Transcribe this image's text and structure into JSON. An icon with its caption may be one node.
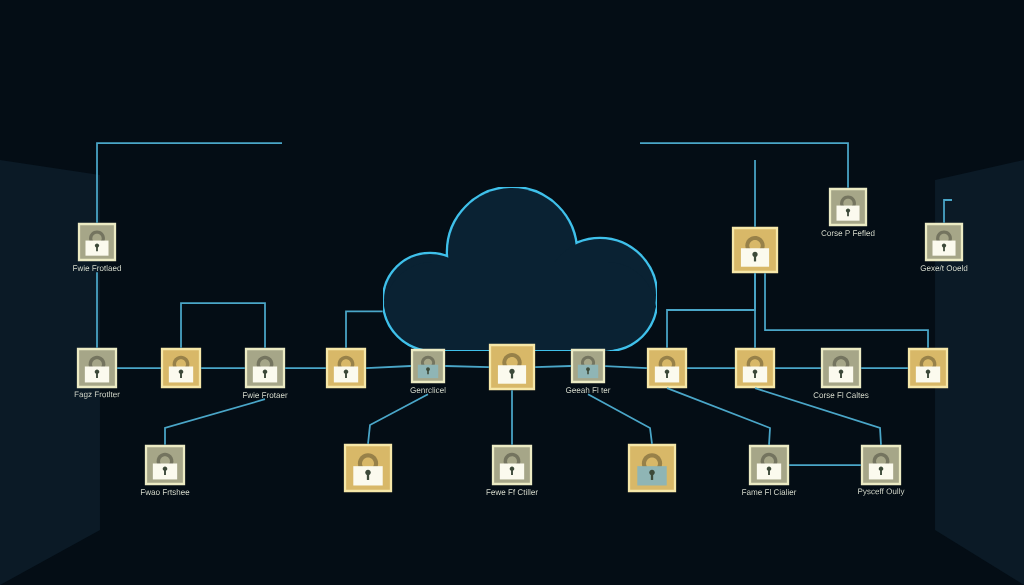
{
  "diagram": {
    "nodes": [
      {
        "text": [],
        "shape": "cloud"
      },
      {
        "text": [
          "Fwie Frotlaed"
        ]
      },
      {
        "text": [
          "Corse P Fefled"
        ]
      },
      {
        "text": [],
        "shape": "box"
      },
      {
        "text": [
          "Gexe/t Ooeld"
        ]
      },
      {
        "text": [
          "Fagz Frotlter"
        ]
      },
      {
        "text": [],
        "shape": "box"
      },
      {
        "text": [
          "Fwie Frotaer"
        ]
      },
      {
        "text": [],
        "shape": "box"
      },
      {
        "text": [
          "Genrclicel"
        ]
      },
      {
        "text": [],
        "shape": "box"
      },
      {
        "text": [
          "Geeah Fl ter"
        ]
      },
      {
        "text": [],
        "shape": "box"
      },
      {
        "text": [],
        "shape": "box"
      },
      {
        "text": [
          "Corse Fl Caltes"
        ]
      },
      {
        "text": [],
        "shape": "box"
      },
      {
        "text": [
          "Fwao Frtshee"
        ]
      },
      {
        "text": [],
        "shape": "box"
      },
      {
        "text": [
          "Fewe Ff Ctiller"
        ]
      },
      {
        "text": [],
        "shape": "box"
      },
      {
        "text": [
          "Fame Fl Cialier"
        ]
      },
      {
        "text": [
          "Pysceff Oully"
        ]
      }
    ],
    "edges": [
      {
        "from": 1,
        "to": null,
        "arrow": "none"
      },
      {
        "from": null,
        "to": 2,
        "arrow": "none"
      },
      {
        "from": 1,
        "to": 5,
        "arrow": "none"
      },
      {
        "from": 3,
        "to": null,
        "arrow": "none"
      },
      {
        "from": 4,
        "to": null,
        "arrow": "none"
      },
      {
        "from": 5,
        "to": 6,
        "arrow": "none"
      },
      {
        "from": 6,
        "to": 7,
        "arrow": "none"
      },
      {
        "from": 6,
        "to": 7,
        "arrow": "none"
      },
      {
        "from": 7,
        "to": 8,
        "arrow": "none"
      },
      {
        "from": 8,
        "to": 9,
        "arrow": "none"
      },
      {
        "from": 9,
        "to": 10,
        "arrow": "none"
      },
      {
        "from": 10,
        "to": 11,
        "arrow": "none"
      },
      {
        "from": 11,
        "to": 12,
        "arrow": "none"
      },
      {
        "from": 12,
        "to": 13,
        "arrow": "none"
      },
      {
        "from": 13,
        "to": 14,
        "arrow": "none"
      },
      {
        "from": 14,
        "to": 15,
        "arrow": "none"
      },
      {
        "from": 8,
        "to": 0,
        "arrow": "none"
      },
      {
        "from": 7,
        "to": 16,
        "arrow": "none"
      },
      {
        "from": 9,
        "to": 17,
        "arrow": "none"
      },
      {
        "from": 10,
        "to": 18,
        "arrow": "none"
      },
      {
        "from": 11,
        "to": 19,
        "arrow": "none"
      },
      {
        "from": 12,
        "to": 20,
        "arrow": "none"
      },
      {
        "from": 13,
        "to": 21,
        "arrow": "none"
      },
      {
        "from": 20,
        "to": 21,
        "arrow": "none"
      },
      {
        "from": 3,
        "to": 13,
        "arrow": "none"
      },
      {
        "from": 3,
        "to": 12,
        "arrow": "none"
      },
      {
        "from": 3,
        "to": 15,
        "arrow": "none"
      }
    ]
  }
}
